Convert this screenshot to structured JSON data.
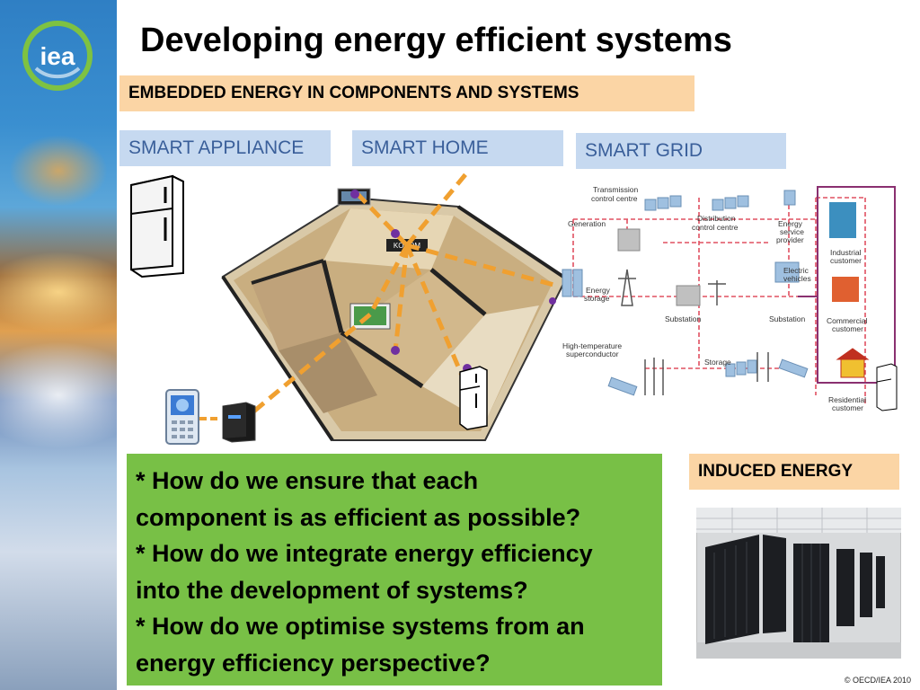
{
  "logo": {
    "text": "iea"
  },
  "title": "Developing energy efficient systems",
  "embedded_header": "EMBEDDED ENERGY IN COMPONENTS AND SYSTEMS",
  "categories": {
    "appliance": "SMART APPLIANCE",
    "home": "SMART HOME",
    "grid": "SMART GRID"
  },
  "house": {
    "hub_label": "KOCOM"
  },
  "grid_diagram": {
    "labels": {
      "transmission_1": "Transmission",
      "transmission_2": "control centre",
      "generation": "Generation",
      "distribution_1": "Distribution",
      "distribution_2": "control centre",
      "esp_1": "Energy",
      "esp_2": "service",
      "esp_3": "provider",
      "industrial_1": "Industrial",
      "industrial_2": "customer",
      "ev_1": "Electric",
      "ev_2": "vehicles",
      "energy_storage_1": "Energy",
      "energy_storage_2": "storage",
      "substation_1": "Substation",
      "substation_2": "Substation",
      "commercial_1": "Commercial",
      "commercial_2": "customer",
      "hts_1": "High-temperature",
      "hts_2": "superconductor",
      "storage": "Storage",
      "residential_1": "Residential",
      "residential_2": "customer"
    }
  },
  "questions": [
    "* How do we ensure that each",
    "component is as efficient as possible?",
    "* How do we integrate energy efficiency",
    "into the development of systems?",
    "* How do we optimise systems from an",
    "energy efficiency perspective?"
  ],
  "induced_header": "INDUCED ENERGY",
  "copyright": "© OECD/IEA 2010",
  "colors": {
    "orange_box": "#fbd5a5",
    "blue_label": "#c6d9f0",
    "green_box": "#78c046",
    "grid_dash": "#e05060",
    "connector": "#f0a030"
  }
}
